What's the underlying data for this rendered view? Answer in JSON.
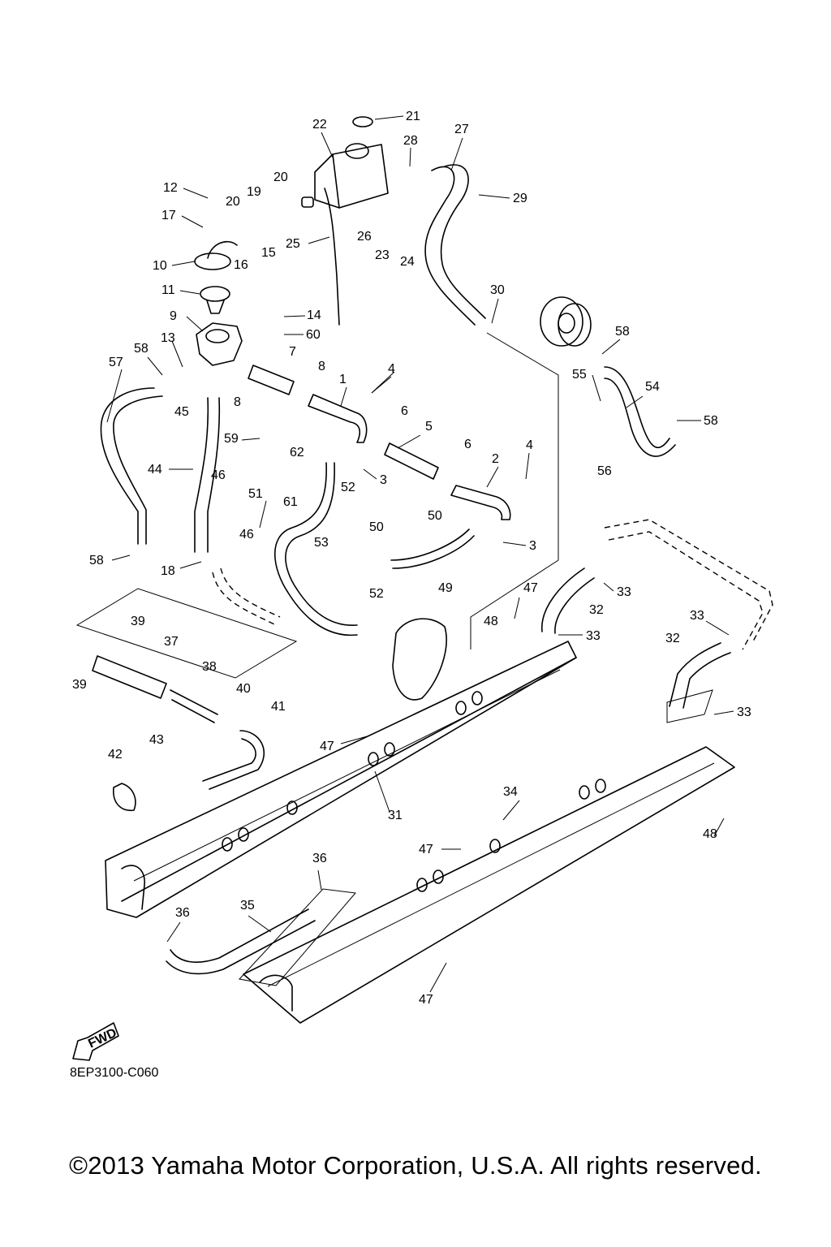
{
  "diagram": {
    "code": "8EP3100-C060",
    "fwd_label": "FWD",
    "copyright": "©2013 Yamaha Motor Corporation, U.S.A. All rights reserved."
  },
  "callouts": [
    {
      "n": "1"
    },
    {
      "n": "2"
    },
    {
      "n": "3"
    },
    {
      "n": "3"
    },
    {
      "n": "4"
    },
    {
      "n": "4"
    },
    {
      "n": "5"
    },
    {
      "n": "6"
    },
    {
      "n": "6"
    },
    {
      "n": "7"
    },
    {
      "n": "8"
    },
    {
      "n": "8"
    },
    {
      "n": "9"
    },
    {
      "n": "10"
    },
    {
      "n": "11"
    },
    {
      "n": "12"
    },
    {
      "n": "13"
    },
    {
      "n": "14"
    },
    {
      "n": "15"
    },
    {
      "n": "16"
    },
    {
      "n": "17"
    },
    {
      "n": "18"
    },
    {
      "n": "19"
    },
    {
      "n": "20"
    },
    {
      "n": "20"
    },
    {
      "n": "21"
    },
    {
      "n": "22"
    },
    {
      "n": "23"
    },
    {
      "n": "24"
    },
    {
      "n": "25"
    },
    {
      "n": "26"
    },
    {
      "n": "27"
    },
    {
      "n": "28"
    },
    {
      "n": "29"
    },
    {
      "n": "30"
    },
    {
      "n": "31"
    },
    {
      "n": "32"
    },
    {
      "n": "32"
    },
    {
      "n": "33"
    },
    {
      "n": "33"
    },
    {
      "n": "33"
    },
    {
      "n": "33"
    },
    {
      "n": "34"
    },
    {
      "n": "35"
    },
    {
      "n": "36"
    },
    {
      "n": "36"
    },
    {
      "n": "37"
    },
    {
      "n": "38"
    },
    {
      "n": "39"
    },
    {
      "n": "39"
    },
    {
      "n": "40"
    },
    {
      "n": "41"
    },
    {
      "n": "42"
    },
    {
      "n": "43"
    },
    {
      "n": "44"
    },
    {
      "n": "45"
    },
    {
      "n": "46"
    },
    {
      "n": "46"
    },
    {
      "n": "47"
    },
    {
      "n": "47"
    },
    {
      "n": "47"
    },
    {
      "n": "47"
    },
    {
      "n": "48"
    },
    {
      "n": "48"
    },
    {
      "n": "49"
    },
    {
      "n": "50"
    },
    {
      "n": "50"
    },
    {
      "n": "51"
    },
    {
      "n": "52"
    },
    {
      "n": "52"
    },
    {
      "n": "53"
    },
    {
      "n": "54"
    },
    {
      "n": "55"
    },
    {
      "n": "56"
    },
    {
      "n": "57"
    },
    {
      "n": "58"
    },
    {
      "n": "58"
    },
    {
      "n": "58"
    },
    {
      "n": "58"
    },
    {
      "n": "59"
    },
    {
      "n": "60"
    },
    {
      "n": "61"
    },
    {
      "n": "62"
    }
  ]
}
